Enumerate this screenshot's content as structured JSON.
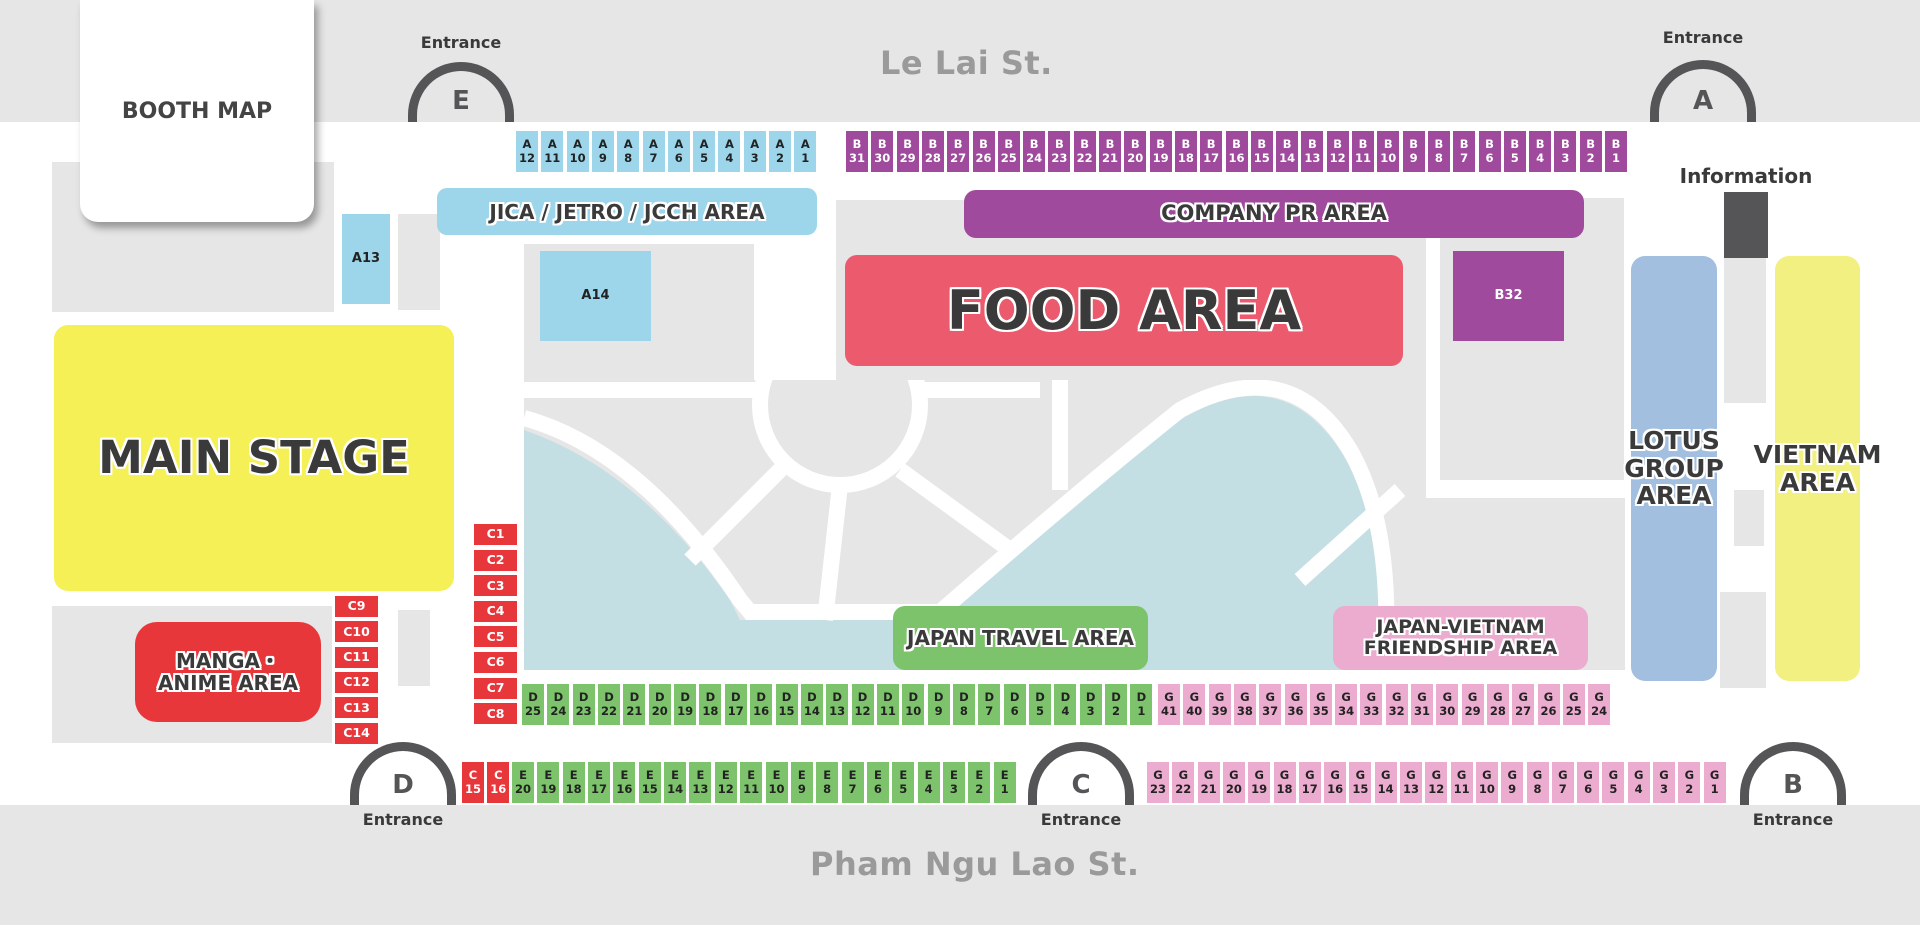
{
  "title": "BOOTH MAP",
  "streets": {
    "top": "Le Lai St.",
    "bottom": "Pham Ngu Lao St."
  },
  "entrances": [
    {
      "letter": "E",
      "label": "Entrance"
    },
    {
      "letter": "A",
      "label": "Entrance"
    },
    {
      "letter": "D",
      "label": "Entrance"
    },
    {
      "letter": "C",
      "label": "Entrance"
    },
    {
      "letter": "B",
      "label": "Entrance"
    }
  ],
  "areas": {
    "main_stage": "MAIN STAGE",
    "food": "FOOD AREA",
    "company_pr": "COMPANY PR AREA",
    "jica": "JICA / JETRO / JCCH AREA",
    "manga": "MANGA・ANIME AREA",
    "japan_travel": "JAPAN TRAVEL AREA",
    "japan_vietnam": "JAPAN-VIETNAM FRIENDSHIP AREA",
    "lotus": "LOTUS GROUP AREA",
    "vietnam": "VIETNAM AREA",
    "information": "Information"
  },
  "colors": {
    "a_booth": "#9dd6ea",
    "b_booth": "#9f4a9c",
    "c_booth": "#e8373b",
    "d_e_booth": "#7cc36b",
    "g_booth": "#ecacd0",
    "food": "#ec5a6e",
    "main_stage": "#f5f055",
    "lotus": "#a2bfe0",
    "vietnam": "#f2f080",
    "pond": "#c3dfe3",
    "info_dark": "#555557"
  },
  "booths": {
    "a_row": [
      "12",
      "11",
      "10",
      "9",
      "8",
      "7",
      "6",
      "5",
      "4",
      "3",
      "2",
      "1"
    ],
    "a_prefix": "A",
    "b_row": [
      "31",
      "30",
      "29",
      "28",
      "27",
      "26",
      "25",
      "24",
      "23",
      "22",
      "21",
      "20",
      "19",
      "18",
      "17",
      "16",
      "15",
      "14",
      "13",
      "12",
      "11",
      "10",
      "9",
      "8",
      "7",
      "6",
      "5",
      "4",
      "3",
      "2",
      "1"
    ],
    "b_prefix": "B",
    "d_row": [
      "25",
      "24",
      "23",
      "22",
      "21",
      "20",
      "19",
      "18",
      "17",
      "16",
      "15",
      "14",
      "13",
      "12",
      "11",
      "10",
      "9",
      "8",
      "7",
      "6",
      "5",
      "4",
      "3",
      "2",
      "1"
    ],
    "d_prefix": "D",
    "g_top_row": [
      "41",
      "40",
      "39",
      "38",
      "37",
      "36",
      "35",
      "34",
      "33",
      "32",
      "31",
      "30",
      "29",
      "28",
      "27",
      "26",
      "25",
      "24"
    ],
    "g_bottom_row": [
      "23",
      "22",
      "21",
      "20",
      "19",
      "18",
      "17",
      "16",
      "15",
      "14",
      "13",
      "12",
      "11",
      "10",
      "9",
      "8",
      "7",
      "6",
      "5",
      "4",
      "3",
      "2",
      "1"
    ],
    "g_prefix": "G",
    "e_row": [
      "20",
      "19",
      "18",
      "17",
      "16",
      "15",
      "14",
      "13",
      "12",
      "11",
      "10",
      "9",
      "8",
      "7",
      "6",
      "5",
      "4",
      "3",
      "2",
      "1"
    ],
    "e_prefix": "E",
    "c_bottom": [
      "15",
      "16"
    ],
    "c_prefix": "C",
    "c_left": [
      "C1",
      "C2",
      "C3",
      "C4",
      "C5",
      "C6",
      "C7",
      "C8"
    ],
    "c_mid": [
      "C9",
      "C10",
      "C11",
      "C12",
      "C13",
      "C14"
    ],
    "singles": {
      "a13": "A13",
      "a14": "A14",
      "b32": "B32"
    }
  }
}
